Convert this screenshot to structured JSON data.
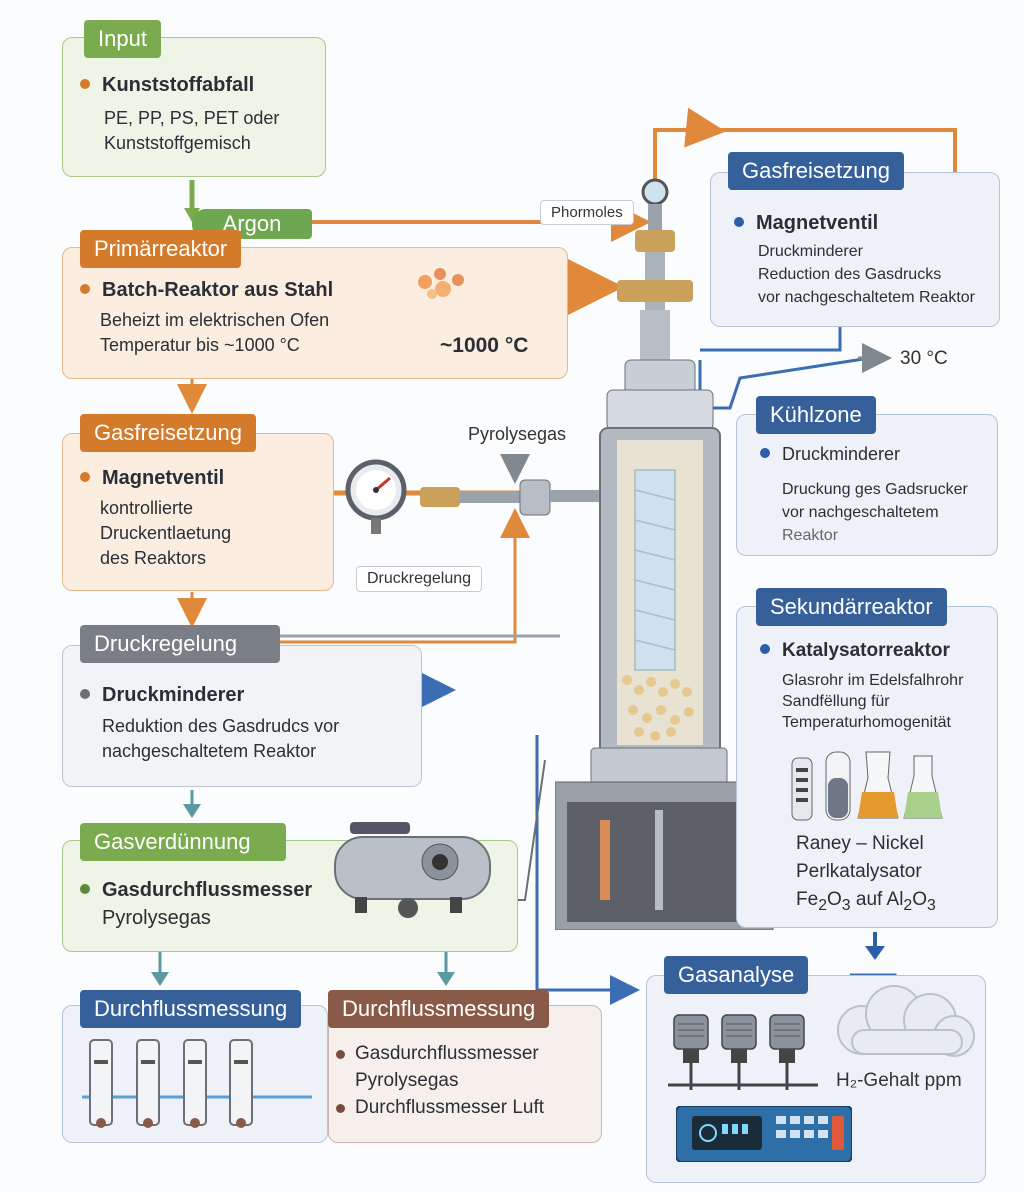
{
  "input": {
    "title": "Input",
    "item": "Kunststoffabfall",
    "lines": [
      "PE, PP, PS, PET oder",
      "Kunststoffgemisch"
    ]
  },
  "argon": {
    "label": "Argon"
  },
  "phormoles": {
    "label": "Phormoles"
  },
  "primary": {
    "title": "Primärreaktor",
    "item": "Batch-Reaktor aus Stahl",
    "lines": [
      "Beheizt im elektrischen Ofen",
      "Temperatur bis ~1000 °C"
    ],
    "temp": "~1000 °C"
  },
  "gasrelease_left": {
    "title": "Gasfreisetzung",
    "item": "Magnetventil",
    "lines": [
      "kontrollierte",
      "Druckentlaetung",
      "des Reaktors"
    ]
  },
  "pyrolysegas_label": "Pyrolysegas",
  "druckregelung_chip": "Druckregelung",
  "pressure_control": {
    "title": "Druckregelung",
    "item": "Druckminderer",
    "lines": [
      "Reduktion des Gasdrudcs vor",
      "nachgeschaltetem Reaktor"
    ]
  },
  "dilution": {
    "title": "Gasverdünnung",
    "item": "Gasdurchflussmesser",
    "lines": [
      "Pyrolysegas"
    ]
  },
  "flow_left": {
    "title": "Durchflussmessung"
  },
  "flow_right": {
    "title": "Durchflussmessung",
    "items": [
      "Gasdurchflussmesser",
      "Pyrolysegas",
      "Durchflussmesser Luft"
    ]
  },
  "gasrelease_right": {
    "title": "Gasfreisetzung",
    "item": "Magnetventil",
    "lines": [
      "Druckminderer",
      "Reduction des Gasdrucks",
      "vor nachgeschaltetem Reaktor"
    ]
  },
  "temp_30": "30 °C",
  "cooling": {
    "title": "Kühlzone",
    "item": "Druckminderer",
    "lines": [
      "Druckung ges Gadsrucker",
      "vor nachgeschaltetem",
      "Reaktor"
    ]
  },
  "secondary": {
    "title": "Sekundärreaktor",
    "item": "Katalysatorreaktor",
    "lines": [
      "Glasrohr im Edelsfalhrohr",
      "Sandfëllung für",
      "Temperaturhomogenität"
    ],
    "catalysts": [
      "Raney – Nickel",
      "Perlkatalysator"
    ]
  },
  "analysis": {
    "title": "Gasanalyse",
    "h2": "H₂-Gehalt ppm"
  },
  "colors": {
    "green": "#7aab4f",
    "orange": "#d37a2b",
    "gray": "#7a7f86",
    "blue": "#36609a",
    "brown": "#8a5a48"
  }
}
